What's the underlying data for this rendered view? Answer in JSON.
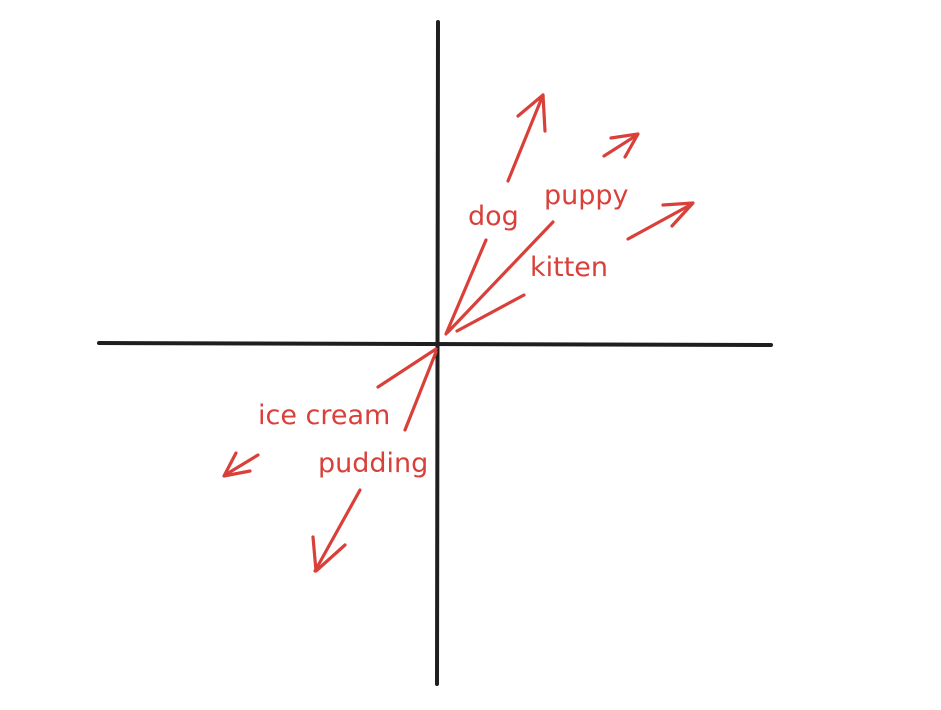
{
  "colors": {
    "axis": "#1f1f1f",
    "vector": "#d9403a",
    "background": "#ffffff"
  },
  "vectors": [
    {
      "id": "dog",
      "label": "dog",
      "quadrant": "top-right"
    },
    {
      "id": "puppy",
      "label": "puppy",
      "quadrant": "top-right"
    },
    {
      "id": "kitten",
      "label": "kitten",
      "quadrant": "top-right"
    },
    {
      "id": "ice-cream",
      "label": "ice cream",
      "quadrant": "bottom-left"
    },
    {
      "id": "pudding",
      "label": "pudding",
      "quadrant": "bottom-left"
    }
  ]
}
